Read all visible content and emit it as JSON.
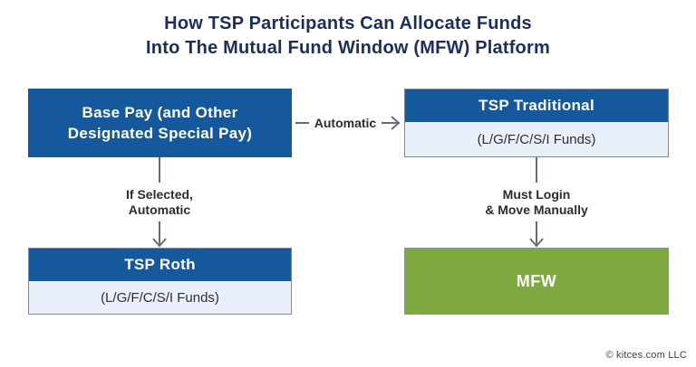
{
  "title": {
    "line1": "How TSP Participants Can Allocate Funds",
    "line2": "Into The Mutual Fund Window (MFW) Platform"
  },
  "boxes": {
    "base_pay": {
      "line1": "Base Pay (and Other",
      "line2": "Designated Special Pay)"
    },
    "tsp_traditional": {
      "header": "TSP Traditional",
      "sub": "(L/G/F/C/S/I Funds)"
    },
    "tsp_roth": {
      "header": "TSP Roth",
      "sub": "(L/G/F/C/S/I Funds)"
    },
    "mfw": {
      "label": "MFW"
    }
  },
  "arrows": {
    "automatic": {
      "label": "Automatic"
    },
    "if_selected": {
      "line1": "If Selected,",
      "line2": "Automatic"
    },
    "must_login": {
      "line1": "Must Login",
      "line2": "& Move Manually"
    }
  },
  "footer": {
    "copyright": "© kitces.com LLC"
  },
  "colors": {
    "primary_blue": "#15599c",
    "title_navy": "#1b2f5a",
    "mfw_green": "#7fa93f",
    "sub_row_light_blue": "#e9f0f9",
    "box_border_grey": "#7d8a97",
    "arrow_grey": "#686d73",
    "label_text": "#2d2d2d"
  }
}
